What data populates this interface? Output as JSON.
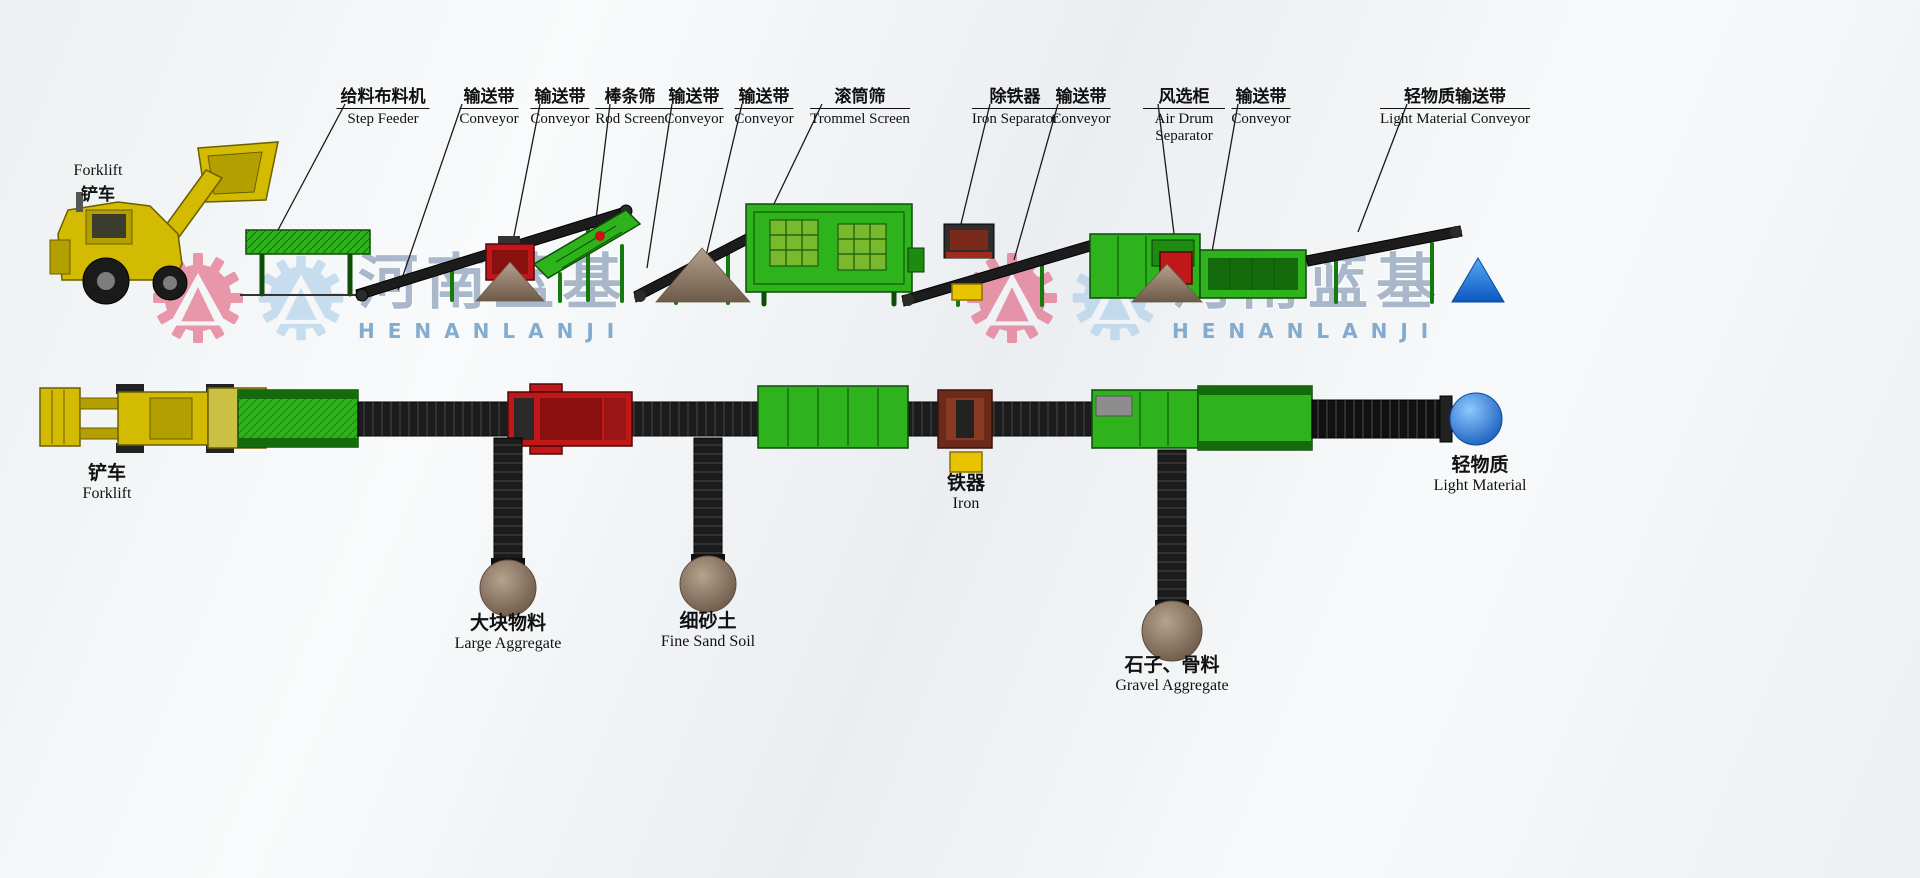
{
  "brand": {
    "cn": "河南蓝基",
    "en": "HENANLANJI"
  },
  "top_labels": [
    {
      "cn": "给料布料机",
      "en": "Step Feeder"
    },
    {
      "cn": "输送带",
      "en": "Conveyor"
    },
    {
      "cn": "输送带",
      "en": "Conveyor"
    },
    {
      "cn": "棒条筛",
      "en": "Rod Screen"
    },
    {
      "cn": "输送带",
      "en": "Conveyor"
    },
    {
      "cn": "输送带",
      "en": "Conveyor"
    },
    {
      "cn": "滚筒筛",
      "en": "Trommel Screen"
    },
    {
      "cn": "除铁器",
      "en": "Iron Separator"
    },
    {
      "cn": "输送带",
      "en": "Conveyor"
    },
    {
      "cn": "风选柜",
      "en": "Air Drum Separator"
    },
    {
      "cn": "输送带",
      "en": "Conveyor"
    },
    {
      "cn": "轻物质输送带",
      "en": "Light Material Conveyor"
    }
  ],
  "forklift_label_top": {
    "en": "Forklift",
    "cn": "铲车"
  },
  "forklift_label_bottom": {
    "cn": "铲车",
    "en": "Forklift"
  },
  "output_labels": [
    {
      "cn": "大块物料",
      "en": "Large Aggregate"
    },
    {
      "cn": "细砂土",
      "en": "Fine Sand Soil"
    },
    {
      "cn": "铁器",
      "en": "Iron"
    },
    {
      "cn": "石子、骨料",
      "en": "Gravel Aggregate"
    },
    {
      "cn": "轻物质",
      "en": "Light Material"
    }
  ],
  "colors": {
    "machine_green": "#2fb31c",
    "machine_green_dark": "#146b0c",
    "belt_black": "#1b1b1b",
    "forklift_yellow": "#d2bb00",
    "pile_brown": "#8a7463",
    "crusher_red": "#c01818",
    "iron_box_yellow": "#e8c400",
    "light_material_blue": "#1a6fd4",
    "watermark_pink": "#e25878",
    "watermark_blue": "#a8cce8",
    "watermark_text_gray": "#96a8bf"
  }
}
